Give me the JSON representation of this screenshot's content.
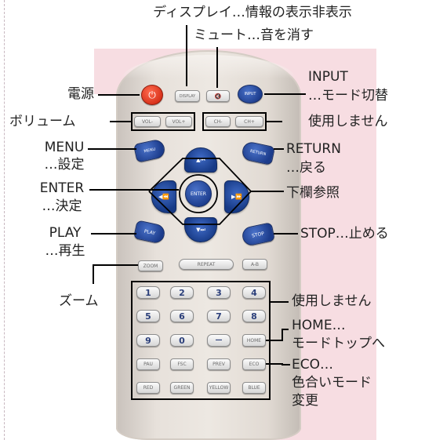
{
  "labels": {
    "display_toggle": "ディスプレイ…情報の表示非表示",
    "mute": "ミュート…音を消す",
    "power": "電源",
    "input_line1": "INPUT",
    "input_line2": "…モード切替",
    "volume": "ボリューム",
    "unused_top": "使用しません",
    "menu_line1": "MENU",
    "menu_line2": "…設定",
    "return_line1": "RETURN",
    "return_line2": "…戻る",
    "enter_line1": "ENTER",
    "enter_line2": "…決定",
    "see_below": "下欄参照",
    "play_line1": "PLAY",
    "play_line2": "…再生",
    "stop": "STOP…止める",
    "zoom": "ズーム",
    "unused_keys": "使用しません",
    "home_line1": "HOME…",
    "home_line2": "モードトップへ",
    "eco_line1": "ECO…",
    "eco_line2": "色合いモード",
    "eco_line3": "変更"
  },
  "remote": {
    "buttons": {
      "power": "⏻",
      "display": "DISPLAY",
      "mute": "🔇",
      "input": "INPUT",
      "vol_minus": "VOL-",
      "vol_plus": "VOL+",
      "ch_minus": "CH-",
      "ch_plus": "CH+",
      "menu": "MENU",
      "return": "RETURN",
      "up": "▲⏮",
      "down": "▼⏭",
      "left": "◀⏪",
      "right": "▶⏩",
      "enter": "ENTER",
      "play": "PLAY",
      "stop": "STOP",
      "zoom": "ZOOM",
      "repeat": "REPEAT",
      "ab": "A-B",
      "n1": "1",
      "n2": "2",
      "n3": "3",
      "n4": "4",
      "n5": "5",
      "n6": "6",
      "n7": "7",
      "n8": "8",
      "n9": "9",
      "n0": "0",
      "dash": "—",
      "home": "HOME",
      "pau": "PAU",
      "fsc": "FSC",
      "prev": "PREV",
      "eco": "ECO",
      "red": "RED",
      "green": "GREEN",
      "yellow": "YELLOW",
      "blue": "BLUE"
    }
  },
  "colors": {
    "accent_pink": "#f7dde2",
    "button_blue": "#1c3c8c",
    "power_red": "#d62f18",
    "callout_line": "#000000"
  }
}
